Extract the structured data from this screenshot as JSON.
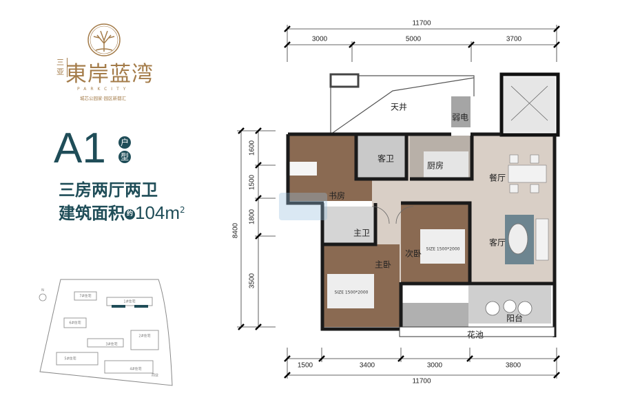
{
  "brand": {
    "city": "三亚",
    "name": "東岸蓝湾",
    "english": "PARKCITY",
    "slogan": "城芯公园家·园区新都汇"
  },
  "unit": {
    "code": "A1",
    "type_badge": [
      "户",
      "型"
    ],
    "summary": "三房两厅两卫",
    "area_label": "建筑面积",
    "area_approx": "约",
    "area_value": "104m",
    "area_unit_sup": "2"
  },
  "site_plan": {
    "north": "N",
    "buildings": [
      "7#住宅",
      "1#住宅",
      "6#住宅",
      "2#住宅",
      "3#住宅",
      "5#住宅",
      "4#住宅",
      "商业"
    ]
  },
  "floor_plan": {
    "rooms": {
      "courtyard": "天井",
      "weak_current": "弱电",
      "guest_bath": "客卫",
      "kitchen": "厨房",
      "dining": "餐厅",
      "study": "书房",
      "master_bath": "主卫",
      "master_bedroom": "主卧",
      "second_bedroom": "次卧",
      "living": "客厅",
      "balcony": "阳台",
      "planter": "花池"
    },
    "bed_size_master": "SIZE 1500*2000",
    "bed_size_second": "SIZE 1500*2000",
    "dims_top_total": "11700",
    "dims_top": [
      "3000",
      "5000",
      "3700"
    ],
    "dims_left_total": "8400",
    "dims_left": [
      "1600",
      "1500",
      "1800",
      "3500"
    ],
    "dims_bottom": [
      "1500",
      "3400",
      "3000",
      "3800"
    ],
    "dims_bottom_total": "11700"
  },
  "colors": {
    "teal": "#1f4d58",
    "gold": "#a47c4a",
    "wood": "#8a6a52",
    "floor": "#d9cfc6",
    "wall": "#1a1a1a"
  }
}
